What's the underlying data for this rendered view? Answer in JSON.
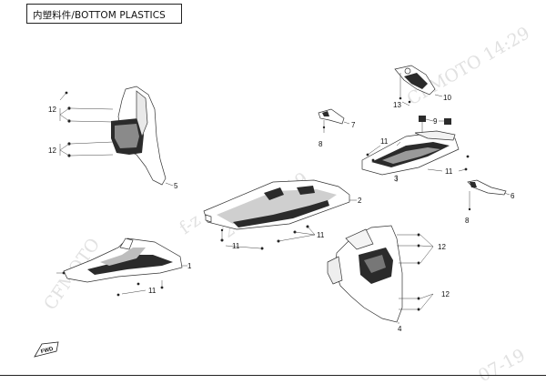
{
  "header": {
    "title": "内塑料件/BOTTOM PLASTICS"
  },
  "diagram": {
    "callouts": [
      {
        "id": "c12a",
        "label": "12"
      },
      {
        "id": "c12b",
        "label": "12"
      },
      {
        "id": "c5",
        "label": "5"
      },
      {
        "id": "c7",
        "label": "7"
      },
      {
        "id": "c8a",
        "label": "8"
      },
      {
        "id": "c10",
        "label": "10"
      },
      {
        "id": "c13",
        "label": "13"
      },
      {
        "id": "c9",
        "label": "9"
      },
      {
        "id": "c11a",
        "label": "11"
      },
      {
        "id": "c11b",
        "label": "11"
      },
      {
        "id": "c3",
        "label": "3"
      },
      {
        "id": "c2",
        "label": "2"
      },
      {
        "id": "c6",
        "label": "6"
      },
      {
        "id": "c8b",
        "label": "8"
      },
      {
        "id": "c11c",
        "label": "11"
      },
      {
        "id": "c11d",
        "label": "11"
      },
      {
        "id": "c1",
        "label": "1"
      },
      {
        "id": "c11e",
        "label": "11"
      },
      {
        "id": "c12c",
        "label": "12"
      },
      {
        "id": "c12d",
        "label": "12"
      },
      {
        "id": "c4",
        "label": "4"
      }
    ],
    "fwd_label": "FWD"
  },
  "watermarks": [
    "CFMOTO",
    "f-z",
    "2023-07-19",
    "CFMOTO 14:29",
    "07-19"
  ]
}
